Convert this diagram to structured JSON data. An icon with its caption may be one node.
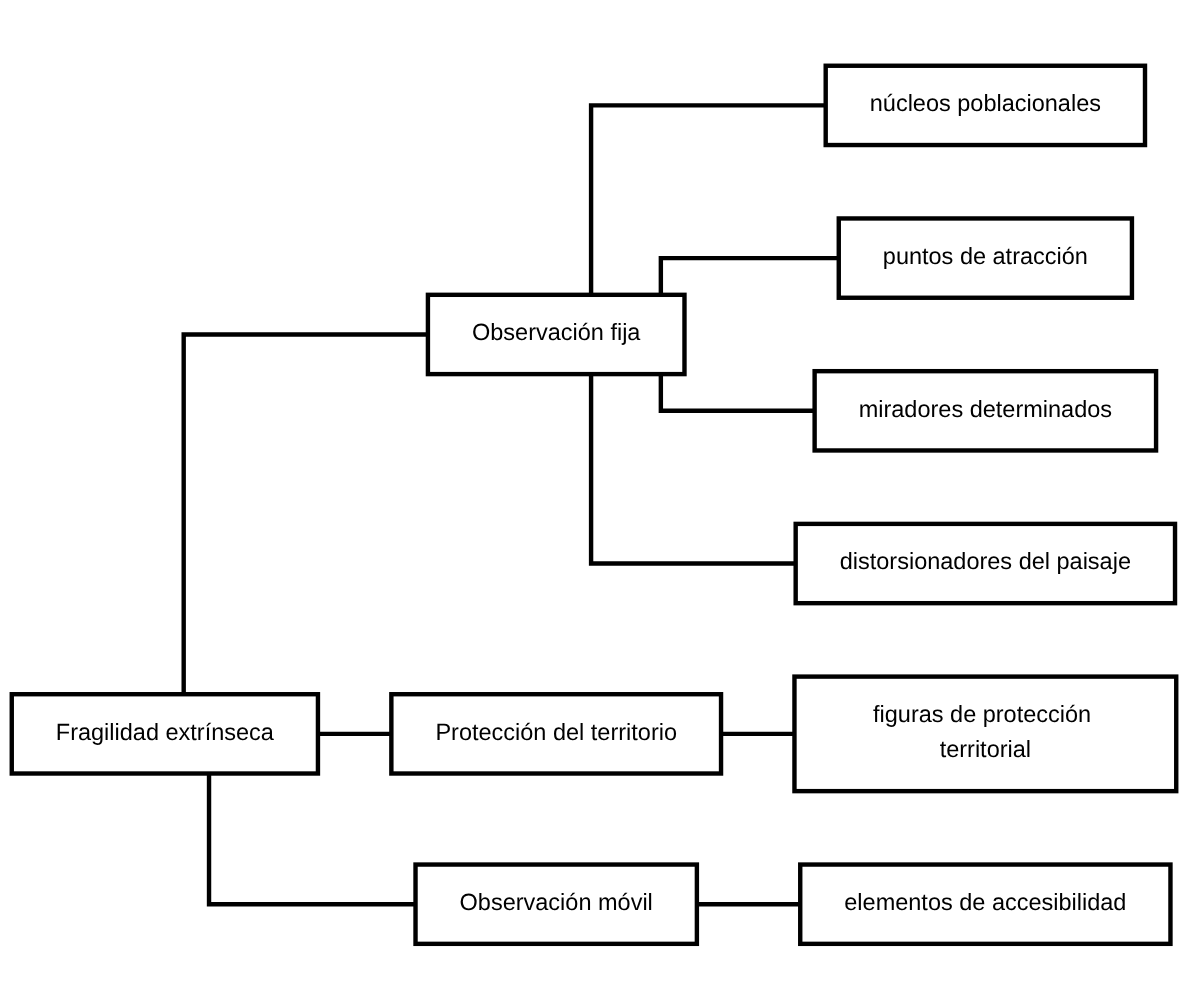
{
  "diagram": {
    "nodes": [
      {
        "text": [
          "Fragilidad extrínseca"
        ]
      },
      {
        "text": [
          "Observación fija"
        ]
      },
      {
        "text": [
          "núcleos poblacionales"
        ]
      },
      {
        "text": [
          "puntos de atracción"
        ]
      },
      {
        "text": [
          "miradores determinados"
        ]
      },
      {
        "text": [
          "distorsionadores del paisaje"
        ]
      },
      {
        "text": [
          "Protección del territorio"
        ]
      },
      {
        "text": [
          "figuras de protección territorial"
        ]
      },
      {
        "text": [
          "Observación móvil"
        ]
      },
      {
        "text": [
          "elementos de accesibilidad"
        ]
      }
    ],
    "edges": [
      {
        "from": 0,
        "to": 1,
        "arrow": "none"
      },
      {
        "from": 0,
        "to": 6,
        "arrow": "none"
      },
      {
        "from": 0,
        "to": 8,
        "arrow": "none"
      },
      {
        "from": 1,
        "to": 2,
        "arrow": "none"
      },
      {
        "from": 1,
        "to": 3,
        "arrow": "none"
      },
      {
        "from": 1,
        "to": 4,
        "arrow": "none"
      },
      {
        "from": 1,
        "to": 5,
        "arrow": "none"
      },
      {
        "from": 6,
        "to": 7,
        "arrow": "none"
      },
      {
        "from": 8,
        "to": 9,
        "arrow": "none"
      }
    ]
  }
}
